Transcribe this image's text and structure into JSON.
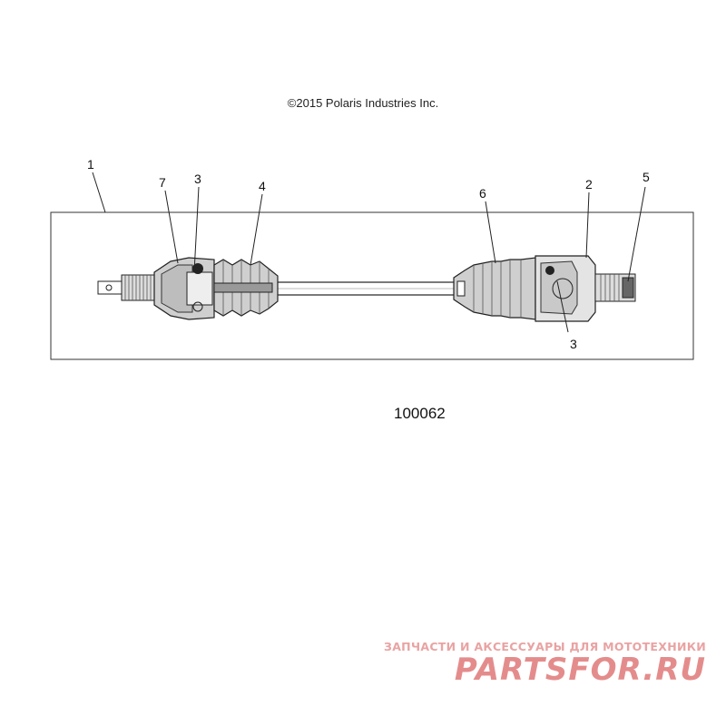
{
  "copyright": "©2015 Polaris Industries Inc.",
  "figure_number": "100062",
  "callouts": [
    {
      "id": "c1",
      "label": "1"
    },
    {
      "id": "c7",
      "label": "7"
    },
    {
      "id": "c3a",
      "label": "3"
    },
    {
      "id": "c4",
      "label": "4"
    },
    {
      "id": "c6",
      "label": "6"
    },
    {
      "id": "c2",
      "label": "2"
    },
    {
      "id": "c5",
      "label": "5"
    },
    {
      "id": "c3b",
      "label": "3"
    }
  ],
  "watermark": {
    "tagline": "ЗАПЧАСТИ И АКСЕССУАРЫ ДЛЯ МОТОТЕХНИКИ",
    "logo": "PARTSFOR.RU"
  }
}
